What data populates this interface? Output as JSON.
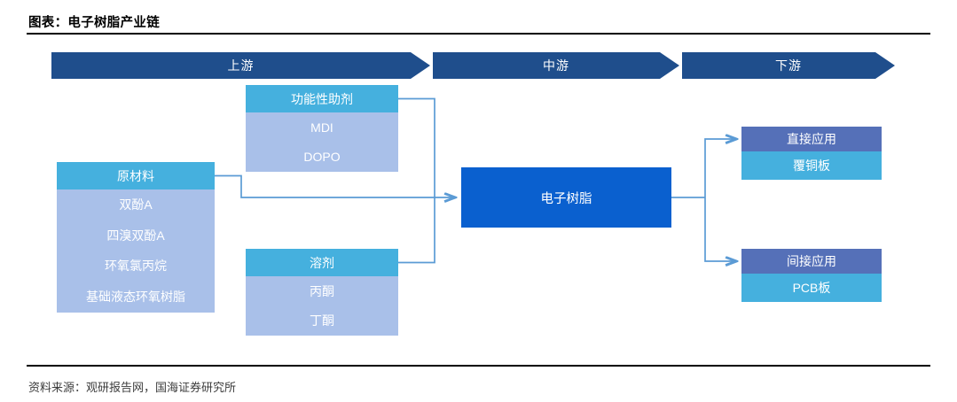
{
  "header": {
    "title": "图表：电子树脂产业链"
  },
  "footer": {
    "source": "资料来源：观研报告网，国海证券研究所"
  },
  "colors": {
    "banner": "#1f4e8c",
    "group_header": "#45b0de",
    "group_body": "#a9c0e9",
    "product": "#0a60cf",
    "app_header": "#5570b8",
    "app_body": "#45b0de",
    "connector": "#5b9bd5",
    "rule": "#000000",
    "text_on_fill": "#ffffff"
  },
  "diagram": {
    "type": "value-chain",
    "stages": [
      {
        "id": "upstream",
        "label": "上游"
      },
      {
        "id": "midstream",
        "label": "中游"
      },
      {
        "id": "downstream",
        "label": "下游"
      }
    ],
    "upstream_groups": [
      {
        "id": "raw-materials",
        "header": "原材料",
        "items": [
          "双酚A",
          "四溴双酚A",
          "环氧氯丙烷",
          "基础液态环氧树脂"
        ]
      },
      {
        "id": "functional-additives",
        "header": "功能性助剂",
        "items": [
          "MDI",
          "DOPO"
        ]
      },
      {
        "id": "solvents",
        "header": "溶剂",
        "items": [
          "丙酮",
          "丁酮"
        ]
      }
    ],
    "midstream": {
      "id": "electronic-resin",
      "label": "电子树脂"
    },
    "downstream_groups": [
      {
        "id": "direct-application",
        "header": "直接应用",
        "items": [
          "覆铜板"
        ]
      },
      {
        "id": "indirect-application",
        "header": "间接应用",
        "items": [
          "PCB板"
        ]
      }
    ],
    "flows": [
      {
        "from": "raw-materials",
        "to": "electronic-resin",
        "arrow": true
      },
      {
        "from": "functional-additives",
        "to": "electronic-resin",
        "arrow": true
      },
      {
        "from": "solvents",
        "to": "electronic-resin",
        "arrow": true
      },
      {
        "from": "electronic-resin",
        "to": "direct-application",
        "arrow": true
      },
      {
        "from": "electronic-resin",
        "to": "indirect-application",
        "arrow": true
      }
    ]
  }
}
